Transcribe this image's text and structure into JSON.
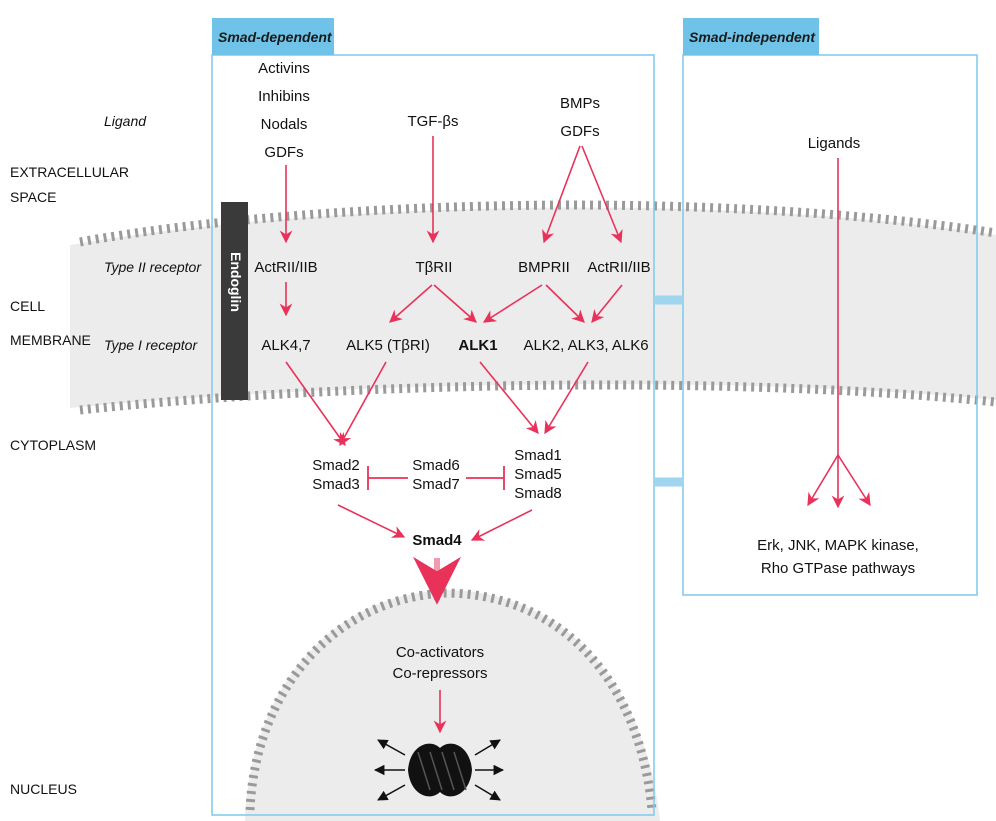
{
  "headers": {
    "dependent": "Smad-dependent",
    "independent": "Smad-independent"
  },
  "side_labels": {
    "ligand": "Ligand",
    "extracellular_1": "EXTRACELLULAR",
    "extracellular_2": "SPACE",
    "type2": "Type II receptor",
    "membrane_1": "CELL",
    "membrane_2": "MEMBRANE",
    "type1": "Type I receptor",
    "cytoplasm": "CYTOPLASM",
    "nucleus": "NUCLEUS"
  },
  "endoglin": "Endoglin",
  "ligands": {
    "col1": [
      "Activins",
      "Inhibins",
      "Nodals",
      "GDFs"
    ],
    "col2": [
      "TGF-βs"
    ],
    "col3": [
      "BMPs",
      "GDFs"
    ],
    "independent": "Ligands"
  },
  "type2_receptors": {
    "actrii_left": "ActRII/IIB",
    "tbrii": "TβRII",
    "bmprii": "BMPRII",
    "actrii_right": "ActRII/IIB"
  },
  "type1_receptors": {
    "alk47": "ALK4,7",
    "alk5": "ALK5 (TβRI)",
    "alk1": "ALK1",
    "alk236": "ALK2, ALK3, ALK6"
  },
  "smads": {
    "r_smad_left": [
      "Smad2",
      "Smad3"
    ],
    "i_smad": [
      "Smad6",
      "Smad7"
    ],
    "r_smad_right": [
      "Smad1",
      "Smad5",
      "Smad8"
    ],
    "co_smad": "Smad4"
  },
  "nucleus_items": [
    "Co-activators",
    "Co-repressors"
  ],
  "independent_outputs": [
    "Erk, JNK, MAPK kinase,",
    "Rho GTPase pathways"
  ],
  "colors": {
    "arrow": "#e8325a",
    "header_bg": "#6fc3e8",
    "box_border": "#7ec8ec",
    "membrane_fill": "#ececec",
    "endoglin_fill": "#3a3a3a"
  }
}
